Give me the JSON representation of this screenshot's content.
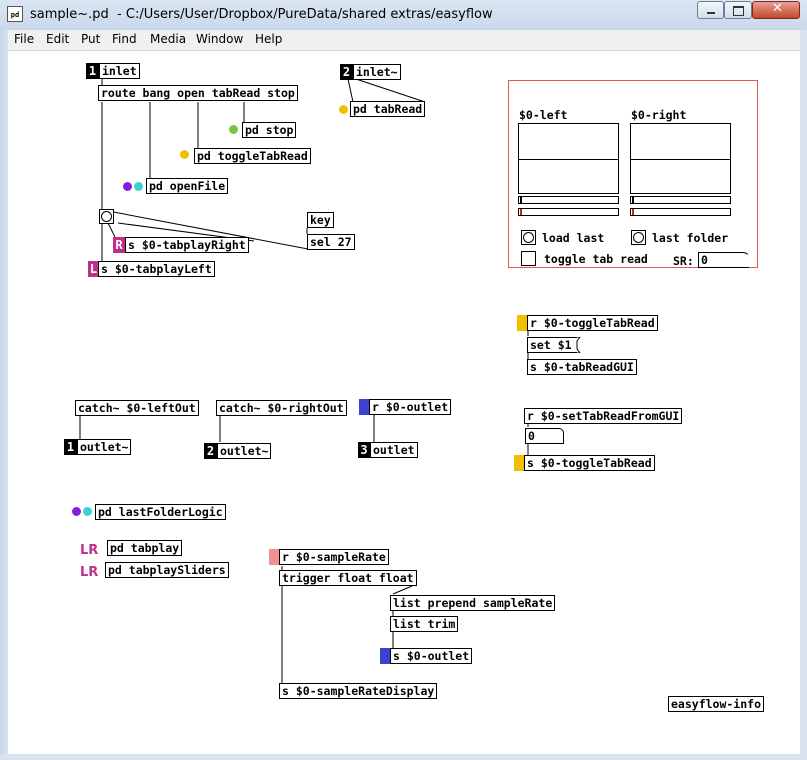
{
  "window": {
    "title": "sample~.pd  - C:/Users/User/Dropbox/PureData/shared extras/easyflow",
    "app_icon_text": "pd"
  },
  "menu": [
    "File",
    "Edit",
    "Put",
    "Find",
    "Media",
    "Window",
    "Help"
  ],
  "objects": {
    "inlet1": "inlet",
    "route": "route bang open tabRead stop",
    "pd_stop": "pd stop",
    "pd_toggleTabRead": "pd toggleTabRead",
    "pd_openFile": "pd openFile",
    "key": "key",
    "sel27": "sel 27",
    "s_tabplayRight": "s $0-tabplayRight",
    "s_tabplayLeft": "s $0-tabplayLeft",
    "inlet2": "inlet~",
    "pd_tabRead": "pd tabRead",
    "r_toggleTabRead": "r $0-toggleTabRead",
    "set1": "set $1",
    "s_tabReadGUI": "s $0-tabReadGUI",
    "r_setTabReadFromGUI": "r $0-setTabReadFromGUI",
    "num0": "0",
    "s_toggleTabRead": "s $0-toggleTabRead",
    "catch_left": "catch~ $0-leftOut",
    "outlet1": "outlet~",
    "catch_right": "catch~ $0-rightOut",
    "outlet2": "outlet~",
    "r_outlet": "r $0-outlet",
    "outlet3": "outlet",
    "pd_lastFolderLogic": "pd lastFolderLogic",
    "pd_tabplay": "pd tabplay",
    "pd_tabplaySliders": "pd tabplaySliders",
    "r_sampleRate": "r $0-sampleRate",
    "trigger": "trigger float float",
    "list_prepend": "list prepend sampleRate",
    "list_trim": "list trim",
    "s_outlet": "s $0-outlet",
    "s_sampleRateDisplay": "s $0-sampleRateDisplay",
    "easyflow_info": "easyflow-info"
  },
  "badges": {
    "b1": "1",
    "b2": "2",
    "bR": "R",
    "bL": "L",
    "o1": "1",
    "o2": "2",
    "o3": "3"
  },
  "parent_color_labels": {
    "lr1": "LR",
    "lr2": "LR"
  },
  "gui": {
    "left_label": "$0-left",
    "right_label": "$0-right",
    "load_last": "load last",
    "last_folder": "last folder",
    "toggle_tab_read": "toggle tab read",
    "sr_label": "SR:",
    "sr_value": "0"
  },
  "colors": {
    "inlet_badge": "#000000",
    "send_R": "#c0308a",
    "send_L": "#c0308a",
    "dot_yellow": "#f0c000",
    "dot_green": "#80c040",
    "dot_purple": "#8020e0",
    "dot_cyan": "#40d0d0",
    "bar_yellow": "#f0c000",
    "bar_blue": "#4040d0",
    "bar_pink": "#f09090",
    "gop_border": "#e05858"
  }
}
